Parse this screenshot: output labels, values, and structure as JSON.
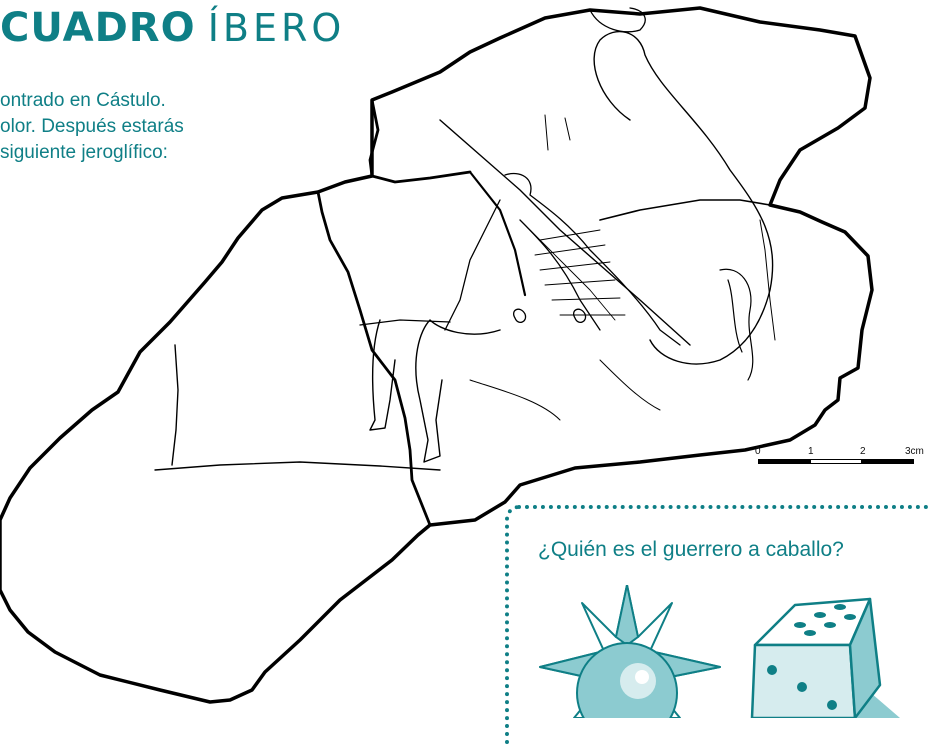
{
  "header": {
    "title_bold": "CUADRO",
    "title_light": "ÍBERO"
  },
  "intro": {
    "line1": "ontrado en Cástulo.",
    "line2": "olor. Después estarás",
    "line3": "siguiente jeroglífico:"
  },
  "scale": {
    "label_0": "0",
    "label_1": "1",
    "label_2": "2",
    "label_3": "3cm"
  },
  "puzzle": {
    "question": "¿Quién es el guerrero a caballo?",
    "icons": [
      "star-ball-icon",
      "dice-icon"
    ]
  },
  "colors": {
    "accent": "#0f7f86",
    "icon_fill": "#8ccbd0",
    "icon_light": "#d6ecee"
  }
}
